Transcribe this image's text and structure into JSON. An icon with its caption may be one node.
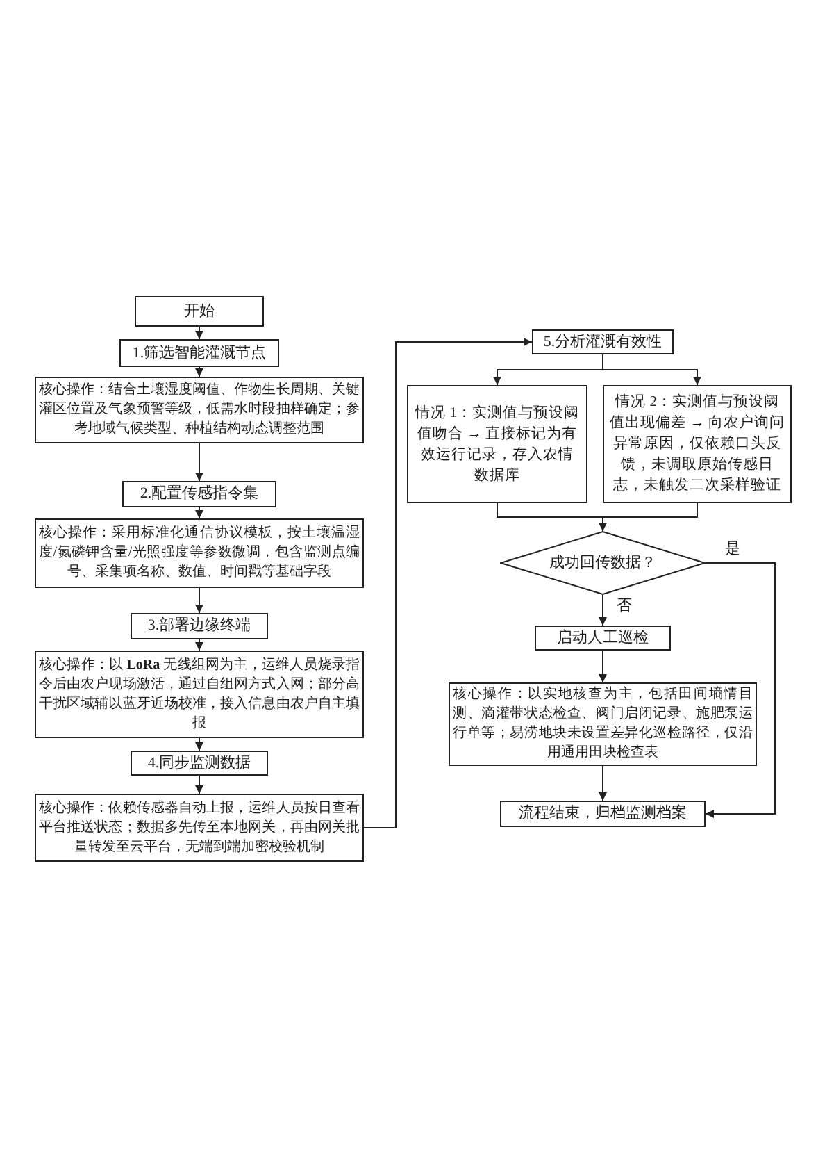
{
  "diagram": {
    "nodes": [
      {
        "text": [
          "开始"
        ]
      },
      {
        "text": [
          "1.筛选智能灌溉节点"
        ]
      },
      {
        "text": [
          "核心操作：结合土壤湿度阈值、作物生长周期、关键灌区位置及气象预警等级，低需水时段抽样确定；参考地域气候类型、种植结构动态调整范围"
        ]
      },
      {
        "text": [
          "2.配置传感指令集"
        ]
      },
      {
        "text": [
          "核心操作：采用标准化通信协议模板，按土壤温湿度/氮磷钾含量/光照强度等参数微调，包含监测点编号、采集项名称、数值、时间戳等基础字段"
        ]
      },
      {
        "text": [
          "3.部署边缘终端"
        ]
      },
      {
        "text": [
          "核心操作：以 **LoRa** 无线组网为主，运维人员烧录指令后由农户现场激活，通过自组网方式入网；部分高干扰区域辅以蓝牙近场校准，接入信息由农户自主填报"
        ]
      },
      {
        "text": [
          "4.同步监测数据"
        ]
      },
      {
        "text": [
          "核心操作：依赖传感器自动上报，运维人员按日查看平台推送状态；数据多先传至本地网关，再由网关批量转发至云平台，无端到端加密校验机制"
        ]
      },
      {
        "text": [
          "5.分析灌溉有效性"
        ]
      },
      {
        "text": [
          "情况 1：实测值与预设阈值吻合 → 直接标记为有效运行记录，存入农情数据库"
        ]
      },
      {
        "text": [
          "情况 2：实测值与预设阈值出现偏差 → 向农户询问异常原因，仅依赖口头反馈，未调取原始传感日志，未触发二次采样验证"
        ]
      },
      {
        "text": [
          "成功回传数据？"
        ]
      },
      {
        "text": [
          "启动人工巡检"
        ]
      },
      {
        "text": [
          "核心操作：以实地核查为主，包括田间墒情目测、滴灌带状态检查、阀门启闭记录、施肥泵运行单等；易涝地块未设置差异化巡检路径，仅沿用通用田块检查表"
        ]
      },
      {
        "text": [
          "流程结束，归档监测档案"
        ]
      }
    ],
    "edges": [
      {
        "from": 0,
        "to": 1,
        "arrow": "to"
      },
      {
        "from": 1,
        "to": 2,
        "arrow": "to"
      },
      {
        "from": 2,
        "to": 3,
        "arrow": "to"
      },
      {
        "from": 3,
        "to": 4,
        "arrow": "to"
      },
      {
        "from": 4,
        "to": 5,
        "arrow": "to"
      },
      {
        "from": 5,
        "to": 6,
        "arrow": "to"
      },
      {
        "from": 6,
        "to": 7,
        "arrow": "to"
      },
      {
        "from": 7,
        "to": 8,
        "arrow": "to"
      },
      {
        "from": 8,
        "to": 9,
        "arrow": "to"
      },
      {
        "from": 9,
        "to": 10,
        "arrow": "to"
      },
      {
        "from": 9,
        "to": 11,
        "arrow": "to"
      },
      {
        "from": 10,
        "to": 12,
        "arrow": "to"
      },
      {
        "from": 11,
        "to": 12,
        "arrow": "to"
      },
      {
        "from": 12,
        "to": 13,
        "arrow": "to",
        "label": "否"
      },
      {
        "from": 13,
        "to": 14,
        "arrow": "to"
      },
      {
        "from": 14,
        "to": 15,
        "arrow": "to"
      },
      {
        "from": 12,
        "to": 15,
        "arrow": "to",
        "label": "是"
      }
    ]
  }
}
